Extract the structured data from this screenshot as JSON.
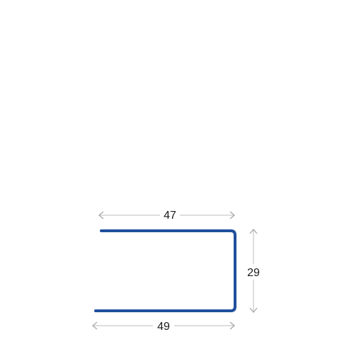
{
  "dimensions": {
    "top": "47",
    "bottom": "49",
    "height": "29"
  },
  "colors": {
    "profile": "#1f4f9c",
    "dimension_line": "#bdbdbd",
    "arrow": "#a8a8a8",
    "text": "#1a1a1a"
  }
}
